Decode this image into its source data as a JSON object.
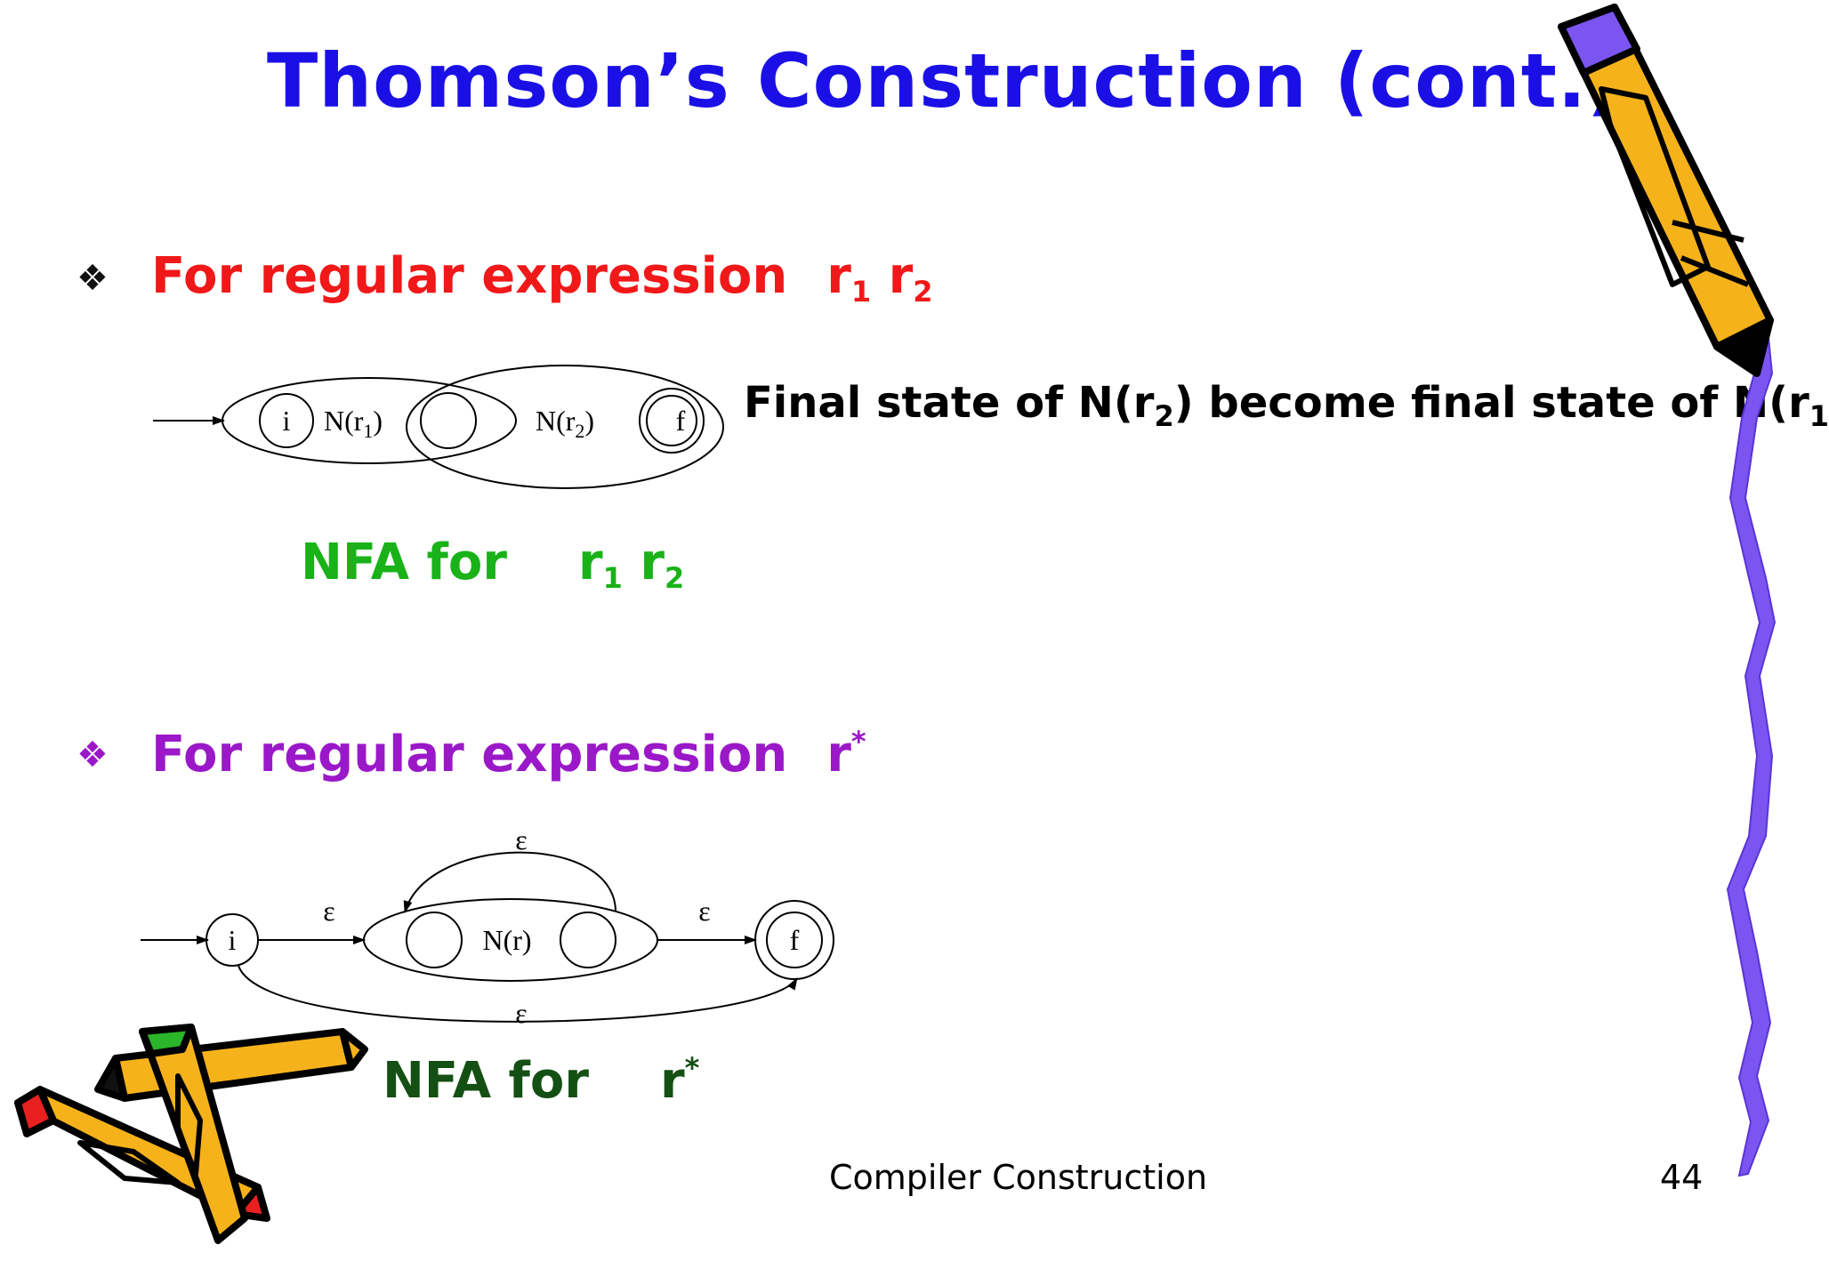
{
  "title": "Thomson’s Construction (cont.)",
  "bullet1": {
    "text": "For regular expression",
    "r1": "r",
    "r1_sub": "1",
    "r2": "r",
    "r2_sub": "2"
  },
  "diagram1": {
    "state_i": "i",
    "state_f": "f",
    "n1_label": "N(r",
    "n1_sub": "1",
    "n1_close": ")",
    "n2_label": "N(r",
    "n2_sub": "2",
    "n2_close": ")"
  },
  "note": {
    "before": "Final state of N(r",
    "sub": "2",
    "after": ") become final state of N(r",
    "sub2": "1"
  },
  "caption1": {
    "text": "NFA for",
    "r1": "r",
    "r1_sub": "1",
    "r2": "r",
    "r2_sub": "2"
  },
  "bullet2": {
    "text": "For regular expression",
    "r": "r",
    "sup": "*"
  },
  "diagram2": {
    "state_i": "i",
    "state_f": "f",
    "n_label": "N(r)",
    "eps": "ε"
  },
  "caption2": {
    "text": "NFA for",
    "r": "r",
    "sup": "*"
  },
  "footer": "Compiler Construction",
  "page_number": "44",
  "colors": {
    "title": "#1a10e6",
    "bullet1": "#f01818",
    "bullet2": "#9a18c8",
    "caption1": "#19b219",
    "caption2": "#144f14",
    "ribbon": "#7a55f0",
    "pencil": "#f5b21b"
  }
}
